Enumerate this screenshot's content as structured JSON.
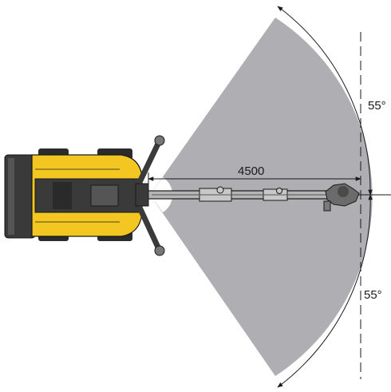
{
  "labels": {
    "distance": "4500",
    "angle_upper": "55°",
    "angle_lower": "55°"
  },
  "colors": {
    "sector_fill": "#aeaeb3",
    "machine_yellow": "#f3c621",
    "machine_dark": "#3a3a3a",
    "boom_fill": "#b5b5b5",
    "lines": "#1a1a1a"
  },
  "icons": {
    "machine": "forestry-machine-top-view-icon",
    "harvester_head": "harvester-head-icon"
  }
}
